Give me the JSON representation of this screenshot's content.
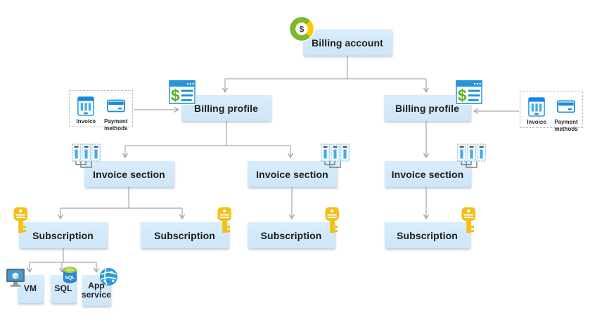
{
  "nodes": {
    "billing_account": {
      "label": "Billing account"
    },
    "billing_profiles": [
      {
        "label": "Billing profile"
      },
      {
        "label": "Billing profile"
      }
    ],
    "invoice_sections": [
      {
        "label": "Invoice section"
      },
      {
        "label": "Invoice section"
      },
      {
        "label": "Invoice section"
      }
    ],
    "subscriptions": [
      {
        "label": "Subscription"
      },
      {
        "label": "Subscription"
      },
      {
        "label": "Subscription"
      },
      {
        "label": "Subscription"
      }
    ],
    "resources": [
      {
        "label": "VM"
      },
      {
        "label": "SQL"
      },
      {
        "label": "App service"
      }
    ]
  },
  "detail_boxes": [
    {
      "items": [
        {
          "label": "Invoice"
        },
        {
          "label": "Payment methods"
        }
      ]
    },
    {
      "items": [
        {
          "label": "Invoice"
        },
        {
          "label": "Payment methods"
        }
      ]
    }
  ],
  "icon_labels": {
    "dollar": "$",
    "sql_text": "SQL"
  },
  "icons": [
    "billing-account-donut-dollar-icon",
    "billing-profile-statement-icon",
    "invoice-icon",
    "payment-methods-card-icon",
    "invoice-section-group-icon",
    "subscription-key-icon",
    "vm-monitor-icon",
    "sql-database-icon",
    "app-service-globe-icon"
  ],
  "colors": {
    "node_fill": "#d3e9fb",
    "node_text": "#1d1d1d",
    "connector": "#a3a3a3",
    "azure_blue": "#1b88d8",
    "light_blue": "#45aae6",
    "window_blue": "#2795d5",
    "dollar_green": "#58b321",
    "donut_green": "#7db928",
    "donut_yellow": "#fdc800",
    "key_gold": "#f3c116",
    "sql_green": "#9bcf2f",
    "sql_blue": "#2b84d4"
  }
}
